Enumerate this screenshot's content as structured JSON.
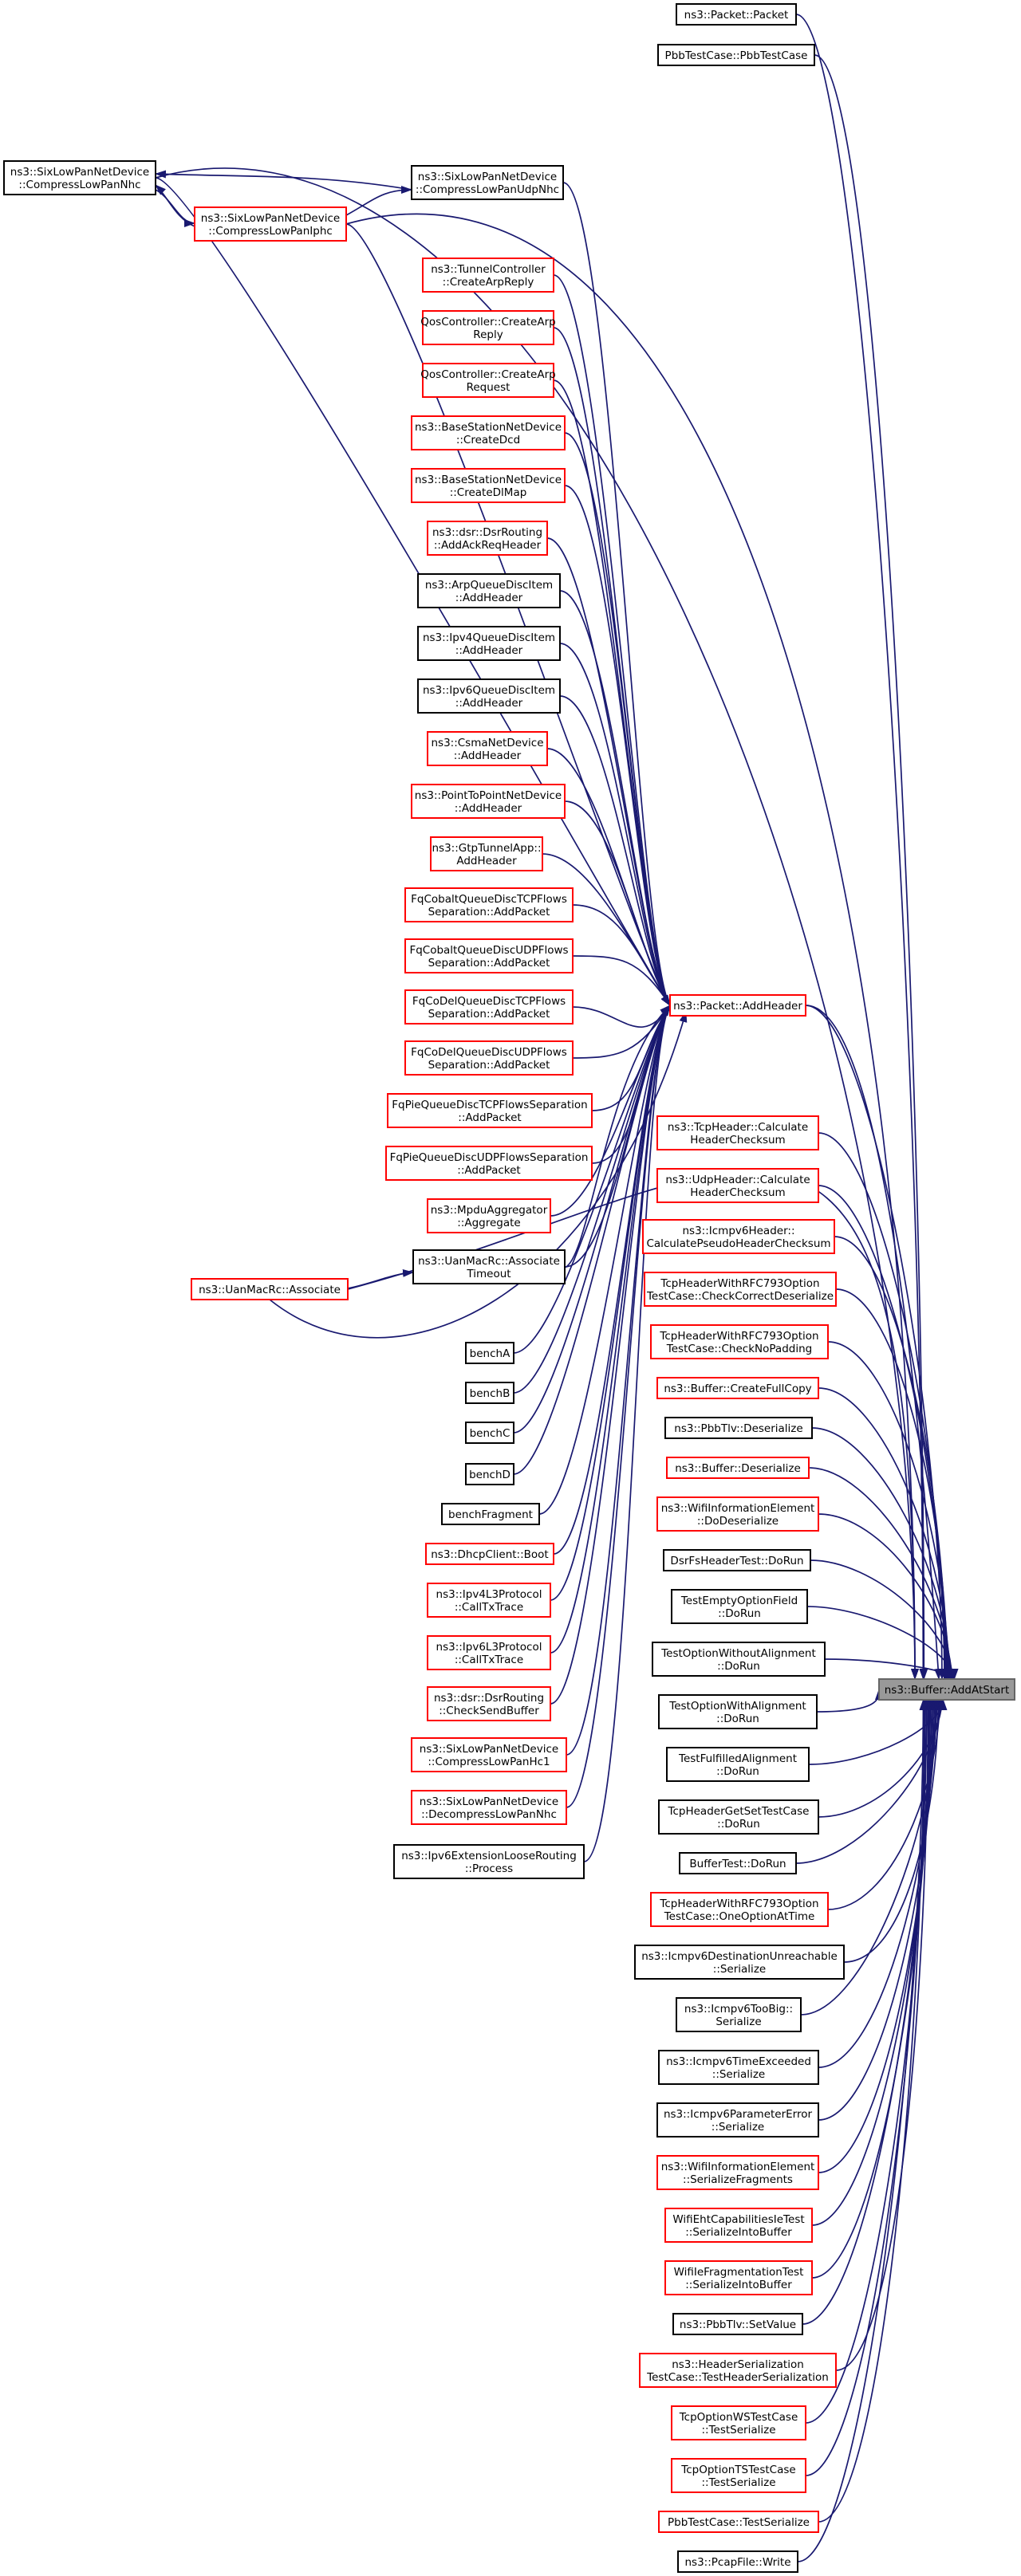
{
  "graph": {
    "focus": {
      "id": "target",
      "lines": [
        "ns3::Buffer::AddAtStart"
      ]
    },
    "callers": [
      {
        "id": "n1",
        "lines": [
          "ns3::Packet::Packet"
        ],
        "border": "black"
      },
      {
        "id": "n2",
        "lines": [
          "PbbTestCase::PbbTestCase"
        ],
        "border": "black"
      },
      {
        "id": "n3",
        "lines": [
          "ns3::SixLowPanNetDevice",
          "::CompressLowPanNhc"
        ],
        "border": "black"
      },
      {
        "id": "n4",
        "lines": [
          "ns3::SixLowPanNetDevice",
          "::CompressLowPanUdpNhc"
        ],
        "border": "black"
      },
      {
        "id": "n5",
        "lines": [
          "ns3::SixLowPanNetDevice",
          "::CompressLowPanIphc"
        ],
        "border": "red"
      },
      {
        "id": "n6",
        "lines": [
          "ns3::TunnelController",
          "::CreateArpReply"
        ],
        "border": "red"
      },
      {
        "id": "n7",
        "lines": [
          "QosController::CreateArp",
          "Reply"
        ],
        "border": "red"
      },
      {
        "id": "n8",
        "lines": [
          "QosController::CreateArp",
          "Request"
        ],
        "border": "red"
      },
      {
        "id": "n9",
        "lines": [
          "ns3::BaseStationNetDevice",
          "::CreateDcd"
        ],
        "border": "red"
      },
      {
        "id": "n10",
        "lines": [
          "ns3::BaseStationNetDevice",
          "::CreateDlMap"
        ],
        "border": "red"
      },
      {
        "id": "n11",
        "lines": [
          "ns3::dsr::DsrRouting",
          "::AddAckReqHeader"
        ],
        "border": "red"
      },
      {
        "id": "n12",
        "lines": [
          "ns3::ArpQueueDiscItem",
          "::AddHeader"
        ],
        "border": "black"
      },
      {
        "id": "n13",
        "lines": [
          "ns3::Ipv4QueueDiscItem",
          "::AddHeader"
        ],
        "border": "black"
      },
      {
        "id": "n14",
        "lines": [
          "ns3::Ipv6QueueDiscItem",
          "::AddHeader"
        ],
        "border": "black"
      },
      {
        "id": "n15",
        "lines": [
          "ns3::CsmaNetDevice",
          "::AddHeader"
        ],
        "border": "red"
      },
      {
        "id": "n16",
        "lines": [
          "ns3::PointToPointNetDevice",
          "::AddHeader"
        ],
        "border": "red"
      },
      {
        "id": "n17",
        "lines": [
          "ns3::GtpTunnelApp::",
          "AddHeader"
        ],
        "border": "red"
      },
      {
        "id": "n18",
        "lines": [
          "FqCobaltQueueDiscTCPFlows",
          "Separation::AddPacket"
        ],
        "border": "red"
      },
      {
        "id": "n19",
        "lines": [
          "FqCobaltQueueDiscUDPFlows",
          "Separation::AddPacket"
        ],
        "border": "red"
      },
      {
        "id": "n20",
        "lines": [
          "FqCoDelQueueDiscTCPFlows",
          "Separation::AddPacket"
        ],
        "border": "red"
      },
      {
        "id": "n21",
        "lines": [
          "FqCoDelQueueDiscUDPFlows",
          "Separation::AddPacket"
        ],
        "border": "red"
      },
      {
        "id": "n22",
        "lines": [
          "FqPieQueueDiscTCPFlowsSeparation",
          "::AddPacket"
        ],
        "border": "red"
      },
      {
        "id": "n23",
        "lines": [
          "FqPieQueueDiscUDPFlowsSeparation",
          "::AddPacket"
        ],
        "border": "red"
      },
      {
        "id": "n24",
        "lines": [
          "ns3::MpduAggregator",
          "::Aggregate"
        ],
        "border": "red"
      },
      {
        "id": "n25",
        "lines": [
          "ns3::UanMacRc::Associate",
          "Timeout"
        ],
        "border": "black"
      },
      {
        "id": "n26",
        "lines": [
          "ns3::UanMacRc::Associate"
        ],
        "border": "red"
      },
      {
        "id": "n27",
        "lines": [
          "benchA"
        ],
        "border": "black"
      },
      {
        "id": "n28",
        "lines": [
          "benchB"
        ],
        "border": "black"
      },
      {
        "id": "n29",
        "lines": [
          "benchC"
        ],
        "border": "black"
      },
      {
        "id": "n30",
        "lines": [
          "benchD"
        ],
        "border": "black"
      },
      {
        "id": "n31",
        "lines": [
          "benchFragment"
        ],
        "border": "black"
      },
      {
        "id": "n32",
        "lines": [
          "ns3::DhcpClient::Boot"
        ],
        "border": "red"
      },
      {
        "id": "n33",
        "lines": [
          "ns3::Ipv4L3Protocol",
          "::CallTxTrace"
        ],
        "border": "red"
      },
      {
        "id": "n34",
        "lines": [
          "ns3::Ipv6L3Protocol",
          "::CallTxTrace"
        ],
        "border": "red"
      },
      {
        "id": "n35",
        "lines": [
          "ns3::dsr::DsrRouting",
          "::CheckSendBuffer"
        ],
        "border": "red"
      },
      {
        "id": "n36",
        "lines": [
          "ns3::SixLowPanNetDevice",
          "::CompressLowPanHc1"
        ],
        "border": "red"
      },
      {
        "id": "n37",
        "lines": [
          "ns3::SixLowPanNetDevice",
          "::DecompressLowPanNhc"
        ],
        "border": "red"
      },
      {
        "id": "n38",
        "lines": [
          "ns3::Ipv6ExtensionLooseRouting",
          "::Process"
        ],
        "border": "black"
      },
      {
        "id": "n39",
        "lines": [
          "ns3::Packet::AddHeader"
        ],
        "border": "red"
      },
      {
        "id": "n40",
        "lines": [
          "ns3::TcpHeader::Calculate",
          "HeaderChecksum"
        ],
        "border": "red"
      },
      {
        "id": "n41",
        "lines": [
          "ns3::UdpHeader::Calculate",
          "HeaderChecksum"
        ],
        "border": "red"
      },
      {
        "id": "n42",
        "lines": [
          "ns3::Icmpv6Header::",
          "CalculatePseudoHeaderChecksum"
        ],
        "border": "red"
      },
      {
        "id": "n43",
        "lines": [
          "TcpHeaderWithRFC793Option",
          "TestCase::CheckCorrectDeserialize"
        ],
        "border": "red"
      },
      {
        "id": "n44",
        "lines": [
          "TcpHeaderWithRFC793Option",
          "TestCase::CheckNoPadding"
        ],
        "border": "red"
      },
      {
        "id": "n45",
        "lines": [
          "ns3::Buffer::CreateFullCopy"
        ],
        "border": "red"
      },
      {
        "id": "n46",
        "lines": [
          "ns3::PbbTlv::Deserialize"
        ],
        "border": "black"
      },
      {
        "id": "n47",
        "lines": [
          "ns3::Buffer::Deserialize"
        ],
        "border": "red"
      },
      {
        "id": "n48",
        "lines": [
          "ns3::WifiInformationElement",
          "::DoDeserialize"
        ],
        "border": "red"
      },
      {
        "id": "n49",
        "lines": [
          "DsrFsHeaderTest::DoRun"
        ],
        "border": "black"
      },
      {
        "id": "n50",
        "lines": [
          "TestEmptyOptionField",
          "::DoRun"
        ],
        "border": "black"
      },
      {
        "id": "n51",
        "lines": [
          "TestOptionWithoutAlignment",
          "::DoRun"
        ],
        "border": "black"
      },
      {
        "id": "n52",
        "lines": [
          "TestOptionWithAlignment",
          "::DoRun"
        ],
        "border": "black"
      },
      {
        "id": "n53",
        "lines": [
          "TestFulfilledAlignment",
          "::DoRun"
        ],
        "border": "black"
      },
      {
        "id": "n54",
        "lines": [
          "TcpHeaderGetSetTestCase",
          "::DoRun"
        ],
        "border": "black"
      },
      {
        "id": "n55",
        "lines": [
          "BufferTest::DoRun"
        ],
        "border": "black"
      },
      {
        "id": "n56",
        "lines": [
          "TcpHeaderWithRFC793Option",
          "TestCase::OneOptionAtTime"
        ],
        "border": "red"
      },
      {
        "id": "n57",
        "lines": [
          "ns3::Icmpv6DestinationUnreachable",
          "::Serialize"
        ],
        "border": "black"
      },
      {
        "id": "n58",
        "lines": [
          "ns3::Icmpv6TooBig::",
          "Serialize"
        ],
        "border": "black"
      },
      {
        "id": "n59",
        "lines": [
          "ns3::Icmpv6TimeExceeded",
          "::Serialize"
        ],
        "border": "black"
      },
      {
        "id": "n60",
        "lines": [
          "ns3::Icmpv6ParameterError",
          "::Serialize"
        ],
        "border": "black"
      },
      {
        "id": "n61",
        "lines": [
          "ns3::WifiInformationElement",
          "::SerializeFragments"
        ],
        "border": "red"
      },
      {
        "id": "n62",
        "lines": [
          "WifiEhtCapabilitiesIeTest",
          "::SerializeIntoBuffer"
        ],
        "border": "red"
      },
      {
        "id": "n63",
        "lines": [
          "WifiIeFragmentationTest",
          "::SerializeIntoBuffer"
        ],
        "border": "red"
      },
      {
        "id": "n64",
        "lines": [
          "ns3::PbbTlv::SetValue"
        ],
        "border": "black"
      },
      {
        "id": "n65",
        "lines": [
          "ns3::HeaderSerialization",
          "TestCase::TestHeaderSerialization"
        ],
        "border": "red"
      },
      {
        "id": "n66",
        "lines": [
          "TcpOptionWSTestCase",
          "::TestSerialize"
        ],
        "border": "red"
      },
      {
        "id": "n67",
        "lines": [
          "TcpOptionTSTestCase",
          "::TestSerialize"
        ],
        "border": "red"
      },
      {
        "id": "n68",
        "lines": [
          "PbbTestCase::TestSerialize"
        ],
        "border": "red"
      },
      {
        "id": "n69",
        "lines": [
          "ns3::PcapFile::Write"
        ],
        "border": "black"
      }
    ]
  }
}
